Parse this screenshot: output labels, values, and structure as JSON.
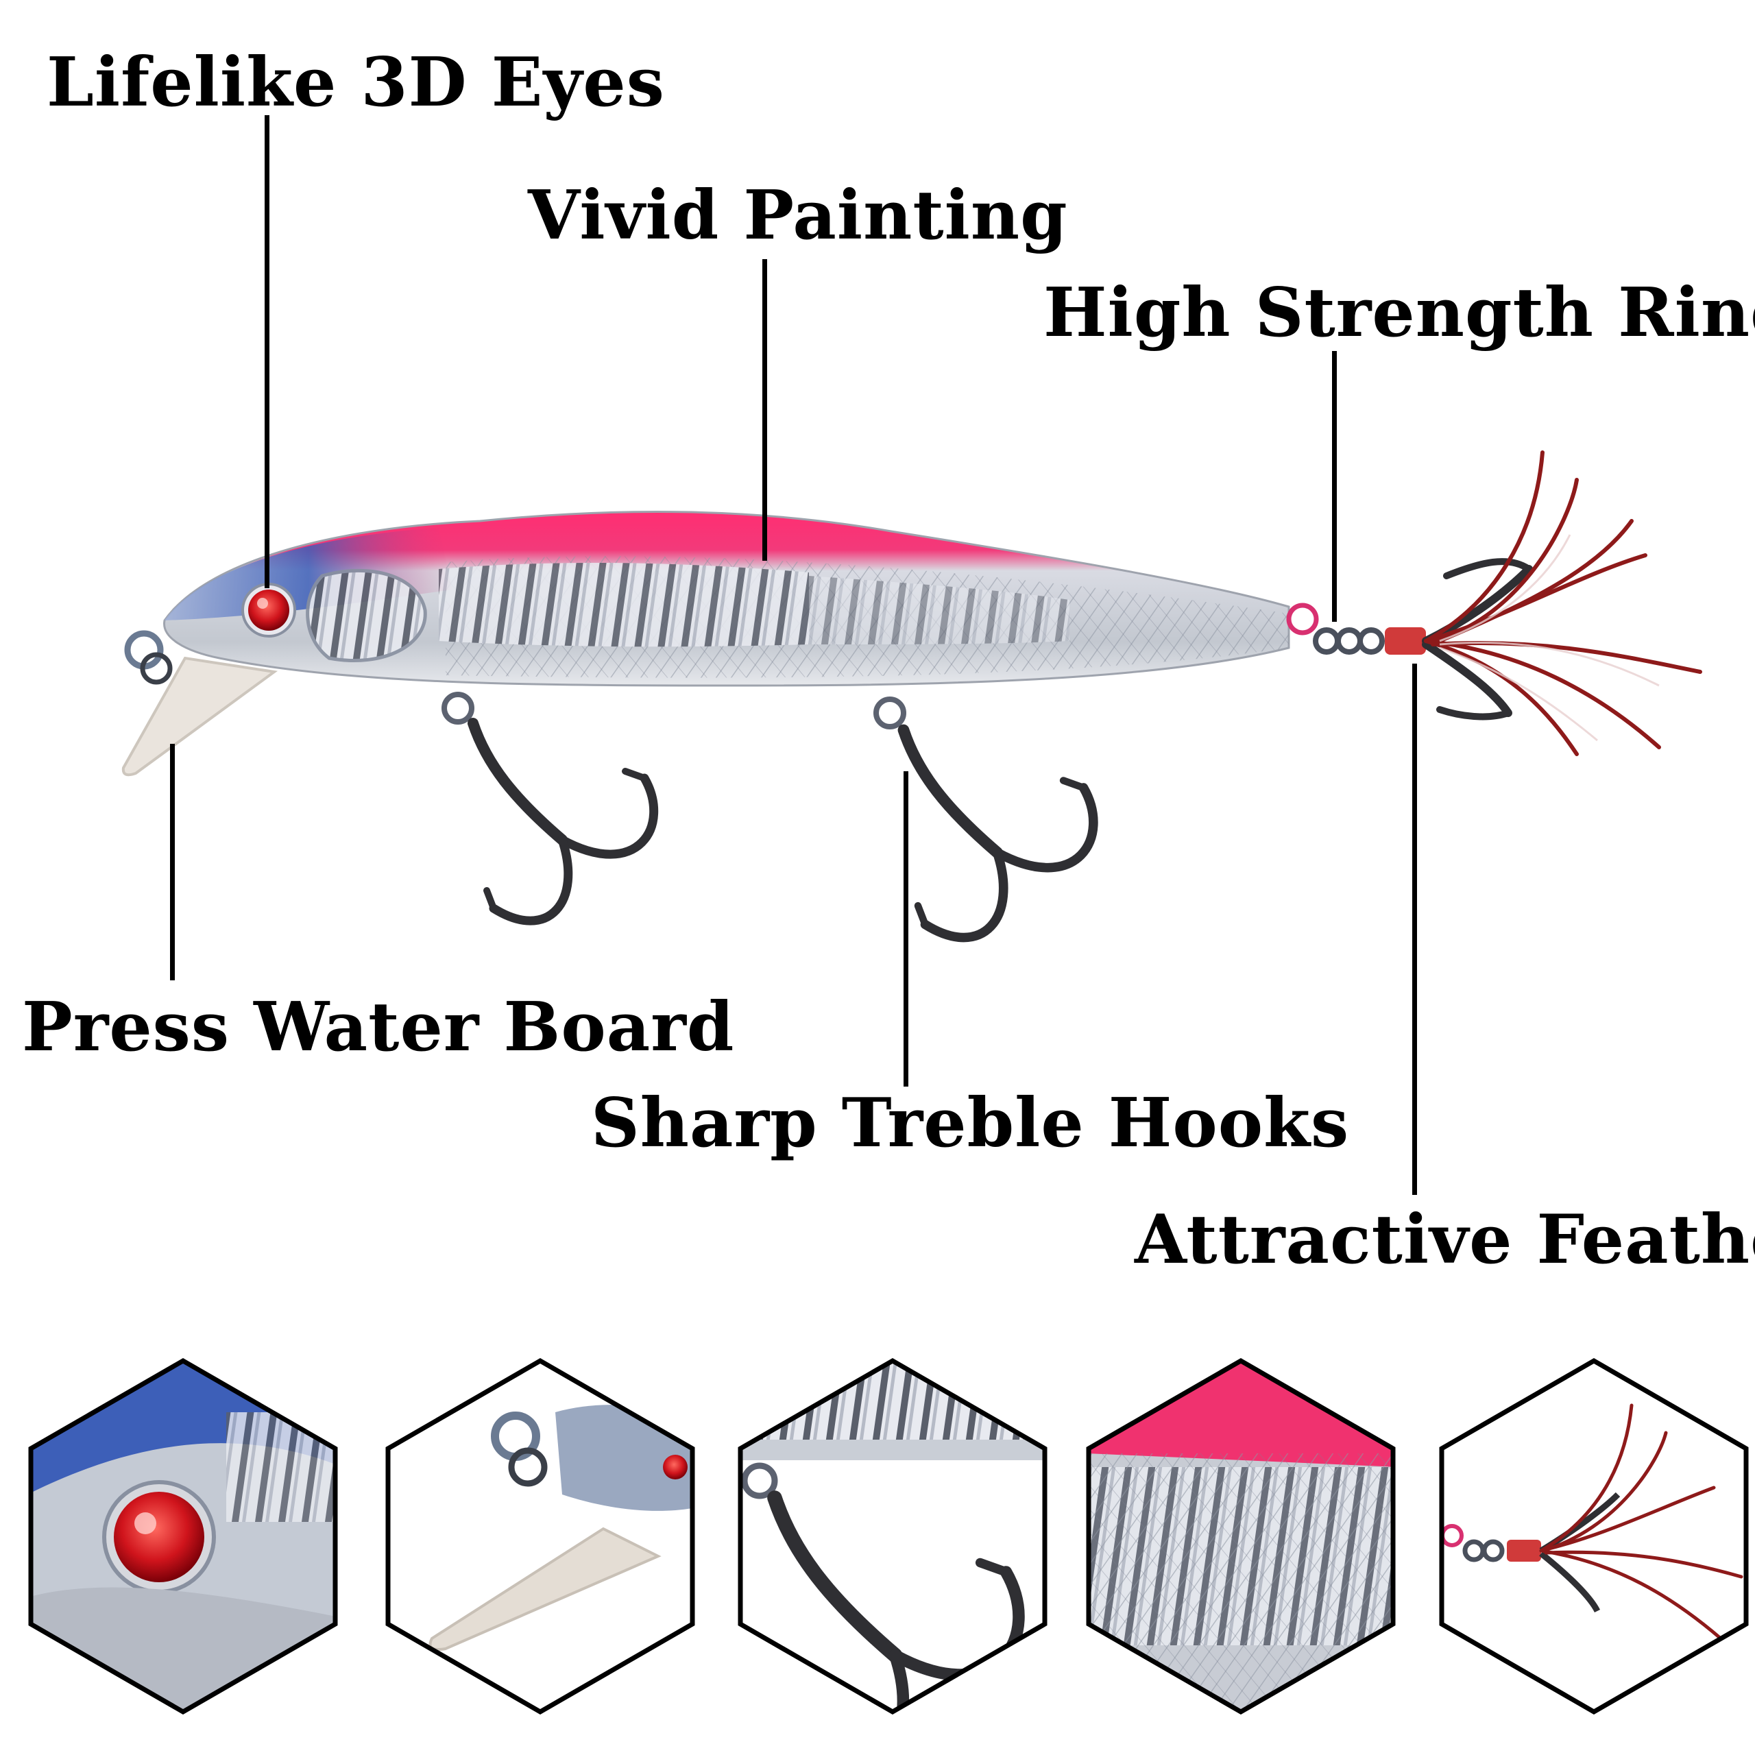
{
  "callouts": {
    "eyes": "Lifelike 3D Eyes",
    "painting": "Vivid Painting",
    "rings": "High Strength Rings",
    "board": "Press Water Board",
    "hooks": "Sharp Treble Hooks",
    "feather": "Attractive Feather"
  },
  "colors": {
    "back": "#ee2a6c",
    "head": "#3f62b6",
    "body": "#c9cfd8",
    "eye": "#d0141c",
    "feather": "#8e1a1a",
    "metal": "#2f2f33"
  },
  "thumbnails": [
    {
      "subject": "eye closeup"
    },
    {
      "subject": "lip and ring"
    },
    {
      "subject": "treble hook"
    },
    {
      "subject": "scale pattern"
    },
    {
      "subject": "feather hook"
    }
  ]
}
